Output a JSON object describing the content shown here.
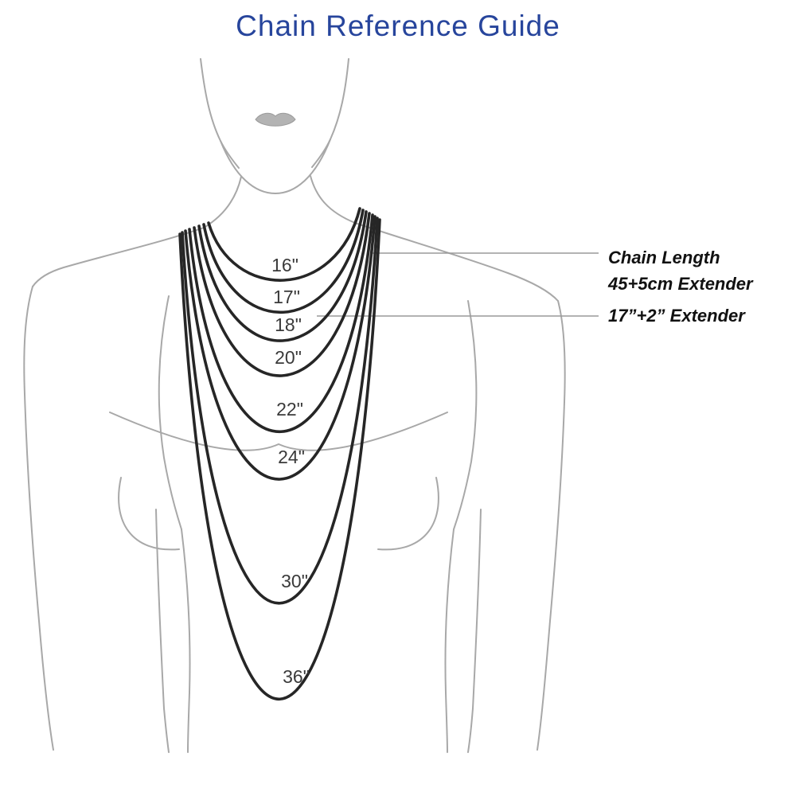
{
  "title": "Chain Reference Guide",
  "annotations": {
    "chain_length": "Chain Length",
    "extender_cm": "45+5cm Extender",
    "extender_in": "17”+2” Extender"
  },
  "chains": [
    {
      "label": "16\""
    },
    {
      "label": "17\""
    },
    {
      "label": "18\""
    },
    {
      "label": "20\""
    },
    {
      "label": "22\""
    },
    {
      "label": "24\""
    },
    {
      "label": "30\""
    },
    {
      "label": "36\""
    }
  ],
  "colors": {
    "title": "#27459C",
    "figure_outline": "#a8a8a8",
    "chain": "#262626",
    "chain_label": "#3a3a3a",
    "annotation": "#111111",
    "background": "#ffffff"
  }
}
